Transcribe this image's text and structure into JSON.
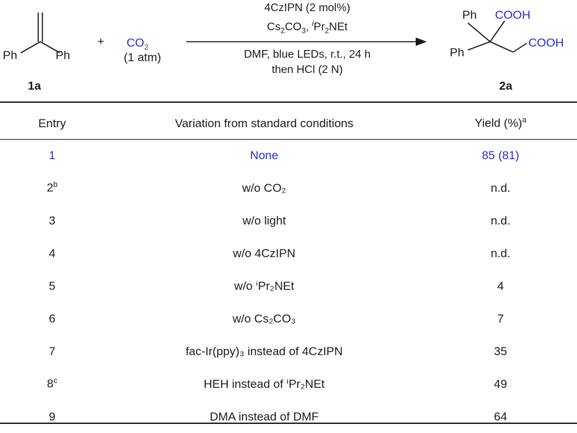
{
  "scheme": {
    "reactant_ph_left": "Ph",
    "reactant_ph_right": "Ph",
    "reactant_label": "1a",
    "plus": "+",
    "co2": "CO2",
    "co2_pressure": "(1 atm)",
    "cond_line1": "4CzIPN (2 mol%)",
    "cond_line2a": "Cs",
    "cond_line2b": "2",
    "cond_line2c": "CO",
    "cond_line2d": "3",
    "cond_line2e": ", ",
    "cond_line2f": "i",
    "cond_line2g": "Pr",
    "cond_line2h": "2",
    "cond_line2i": "NEt",
    "cond_line3": "DMF, blue LEDs, r.t., 24 h",
    "cond_line4": "then HCl (2 N)",
    "product_ph1": "Ph",
    "product_ph2": "Ph",
    "product_cooh1": "COOH",
    "product_cooh2": "COOH",
    "product_label": "2a",
    "accent_color": "#2a2ad6"
  },
  "table": {
    "headers": [
      "Entry",
      "Variation from standard conditions",
      "Yield (%)"
    ],
    "header_yield_sup": "a",
    "rows": [
      {
        "entry": "1",
        "sup": "",
        "variation": "None",
        "yield": "85 (81)"
      },
      {
        "entry": "2",
        "sup": "b",
        "variation": "w/o CO₂",
        "yield": "n.d."
      },
      {
        "entry": "3",
        "sup": "",
        "variation": "w/o light",
        "yield": "n.d."
      },
      {
        "entry": "4",
        "sup": "",
        "variation": "w/o 4CzIPN",
        "yield": "n.d."
      },
      {
        "entry": "5",
        "sup": "",
        "variation": "w/o ⁱPr₂NEt",
        "yield": "4"
      },
      {
        "entry": "6",
        "sup": "",
        "variation": "w/o Cs₂CO₃",
        "yield": "7"
      },
      {
        "entry": "7",
        "sup": "",
        "variation": "fac-Ir(ppy)₃ instead of 4CzIPN",
        "yield": "35"
      },
      {
        "entry": "8",
        "sup": "c",
        "variation": "HEH instead of ⁱPr₂NEt",
        "yield": "49"
      },
      {
        "entry": "9",
        "sup": "",
        "variation": "DMA instead of DMF",
        "yield": "64"
      }
    ]
  }
}
